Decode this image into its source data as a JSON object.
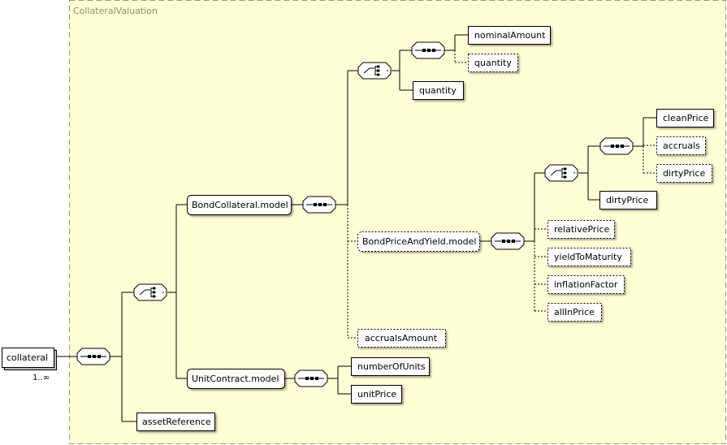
{
  "group": {
    "title": "CollateralValuation"
  },
  "root": {
    "label": "collateral",
    "multiplicity": "1..∞"
  },
  "elements": {
    "nominalAmount": "nominalAmount",
    "quantity_opt": "quantity",
    "quantity": "quantity",
    "bondCollateralModel": "BondCollateral.model",
    "cleanPrice": "cleanPrice",
    "accruals": "accruals",
    "dirtyPrice_opt": "dirtyPrice",
    "dirtyPrice": "dirtyPrice",
    "bondPriceAndYieldModel": "BondPriceAndYield.model",
    "relativePrice": "relativePrice",
    "yieldToMaturity": "yieldToMaturity",
    "inflationFactor": "inflationFactor",
    "allInPrice": "allInPrice",
    "accrualsAmount": "accrualsAmount",
    "unitContractModel": "UnitContract.model",
    "numberOfUnits": "numberOfUnits",
    "unitPrice": "unitPrice",
    "assetReference": "assetReference"
  },
  "colors": {
    "group_fill": "#ffffd6",
    "group_border": "#9a9a7a",
    "box_fill": "#ffffff",
    "line": "#000000"
  },
  "icons": {
    "sequence": "sequence-compositor-icon",
    "choice": "choice-compositor-icon"
  }
}
